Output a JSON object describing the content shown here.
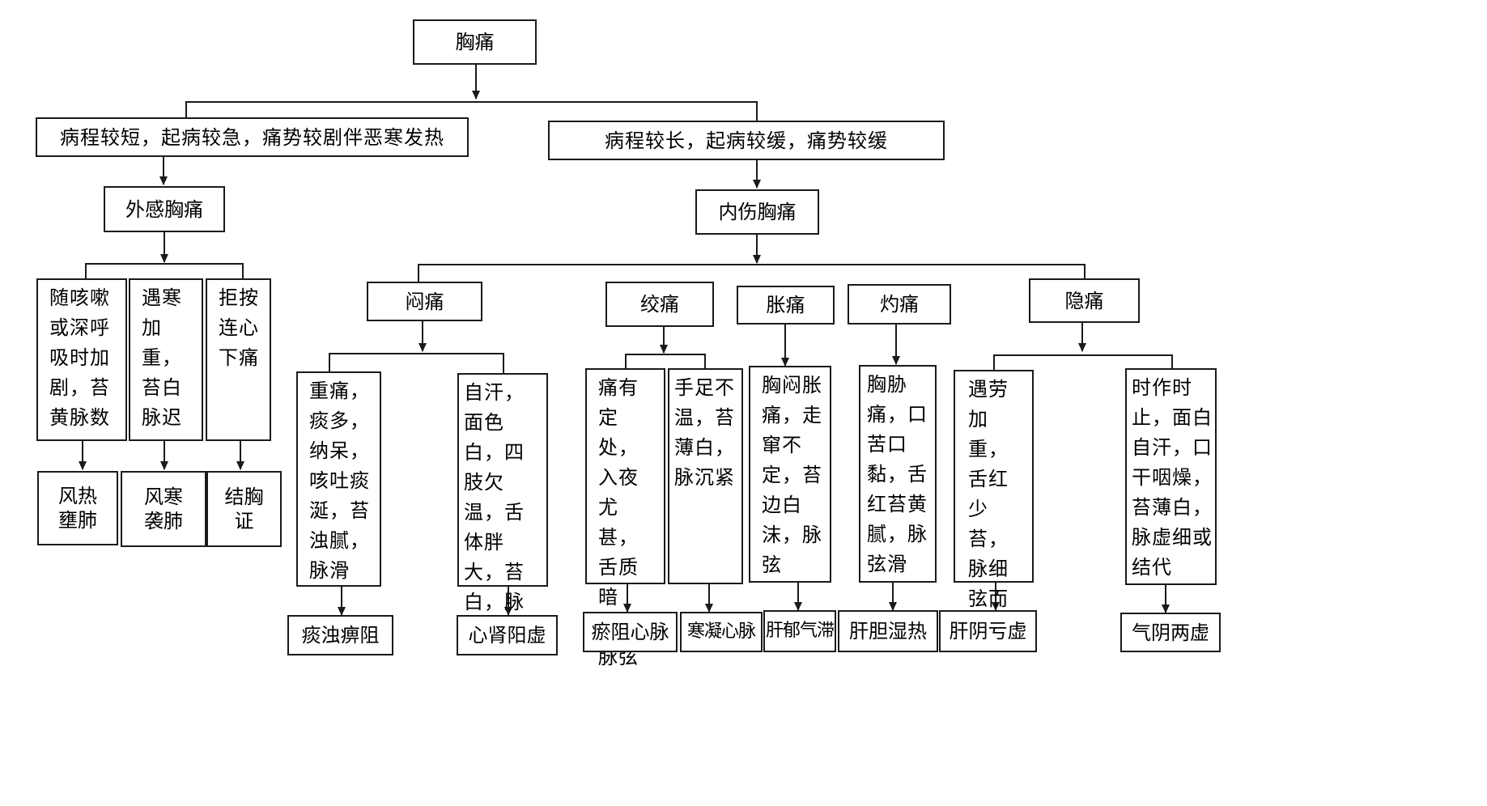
{
  "root": "胸痛",
  "external": {
    "criteria": "病程较短，起病较急，痛势较剧伴恶寒发热",
    "category": "外感胸痛",
    "branches": [
      {
        "desc": "随咳嗽或深呼吸时加剧，苔黄脉数",
        "result": "风热壅肺"
      },
      {
        "desc": "遇寒加重，苔白脉迟",
        "result": "风寒袭肺"
      },
      {
        "desc": "拒按连心下痛",
        "result": "结胸证"
      }
    ]
  },
  "internal": {
    "criteria": "病程较长，起病较缓，痛势较缓",
    "category": "内伤胸痛",
    "pain_types": [
      {
        "label": "闷痛",
        "branches": [
          {
            "desc": "重痛，痰多，纳呆，咳吐痰涎，苔浊腻，脉滑",
            "result": "痰浊痹阻"
          },
          {
            "desc": "自汗，面色　白，四肢欠温，舌体胖大，苔白，脉沉细",
            "result": "心肾阳虚"
          }
        ]
      },
      {
        "label": "绞痛",
        "branches": [
          {
            "desc": "痛有定处，入夜尤甚，舌质暗红，脉弦",
            "result": "瘀阻心脉"
          },
          {
            "desc": "手足不温，苔薄白，脉沉紧",
            "result": "寒凝心脉"
          }
        ]
      },
      {
        "label": "胀痛",
        "branches": [
          {
            "desc": "胸闷胀痛，走窜不定，苔边白沫，脉弦",
            "result": "肝郁气滞"
          }
        ]
      },
      {
        "label": "灼痛",
        "branches": [
          {
            "desc": "胸胁痛，口苦口黏，舌红苔黄腻，脉弦滑",
            "result": "肝胆湿热"
          }
        ]
      },
      {
        "label": "隐痛",
        "branches": [
          {
            "desc": "遇劳加重，舌红少苔，脉细弦而数",
            "result": "肝阴亏虚"
          },
          {
            "desc": "时作时止，面白自汗，口干咽燥，苔薄白，脉虚细或结代",
            "result": "气阴两虚"
          }
        ]
      }
    ]
  }
}
